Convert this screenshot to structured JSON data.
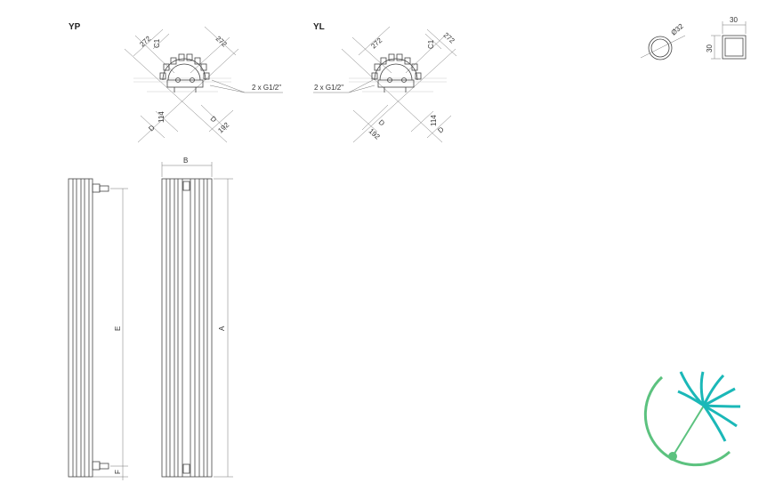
{
  "views": {
    "yp": {
      "title": "YP",
      "dim_left_272": "272",
      "dim_right_272": "272",
      "dim_c1": "C1",
      "dim_114": "114",
      "dim_d_left": "D",
      "dim_d_right": "D",
      "dim_192": "192",
      "connection": "2 x G1/2\""
    },
    "yl": {
      "title": "YL",
      "dim_left_272": "272",
      "dim_right_272": "272",
      "dim_c1": "C1",
      "dim_114": "114",
      "dim_d_left": "D",
      "dim_d_right": "D",
      "dim_192": "192",
      "connection": "2 x G1/2\""
    }
  },
  "profiles": {
    "round_diameter": "Ø32",
    "square_width": "30",
    "square_height": "30"
  },
  "elevation": {
    "width_label": "B",
    "height_label": "A",
    "axis_label": "E",
    "bottom_label": "F"
  },
  "logo": {
    "name": "dandelion-logo",
    "colors": [
      "#1bb8b8",
      "#5cc27f"
    ]
  }
}
